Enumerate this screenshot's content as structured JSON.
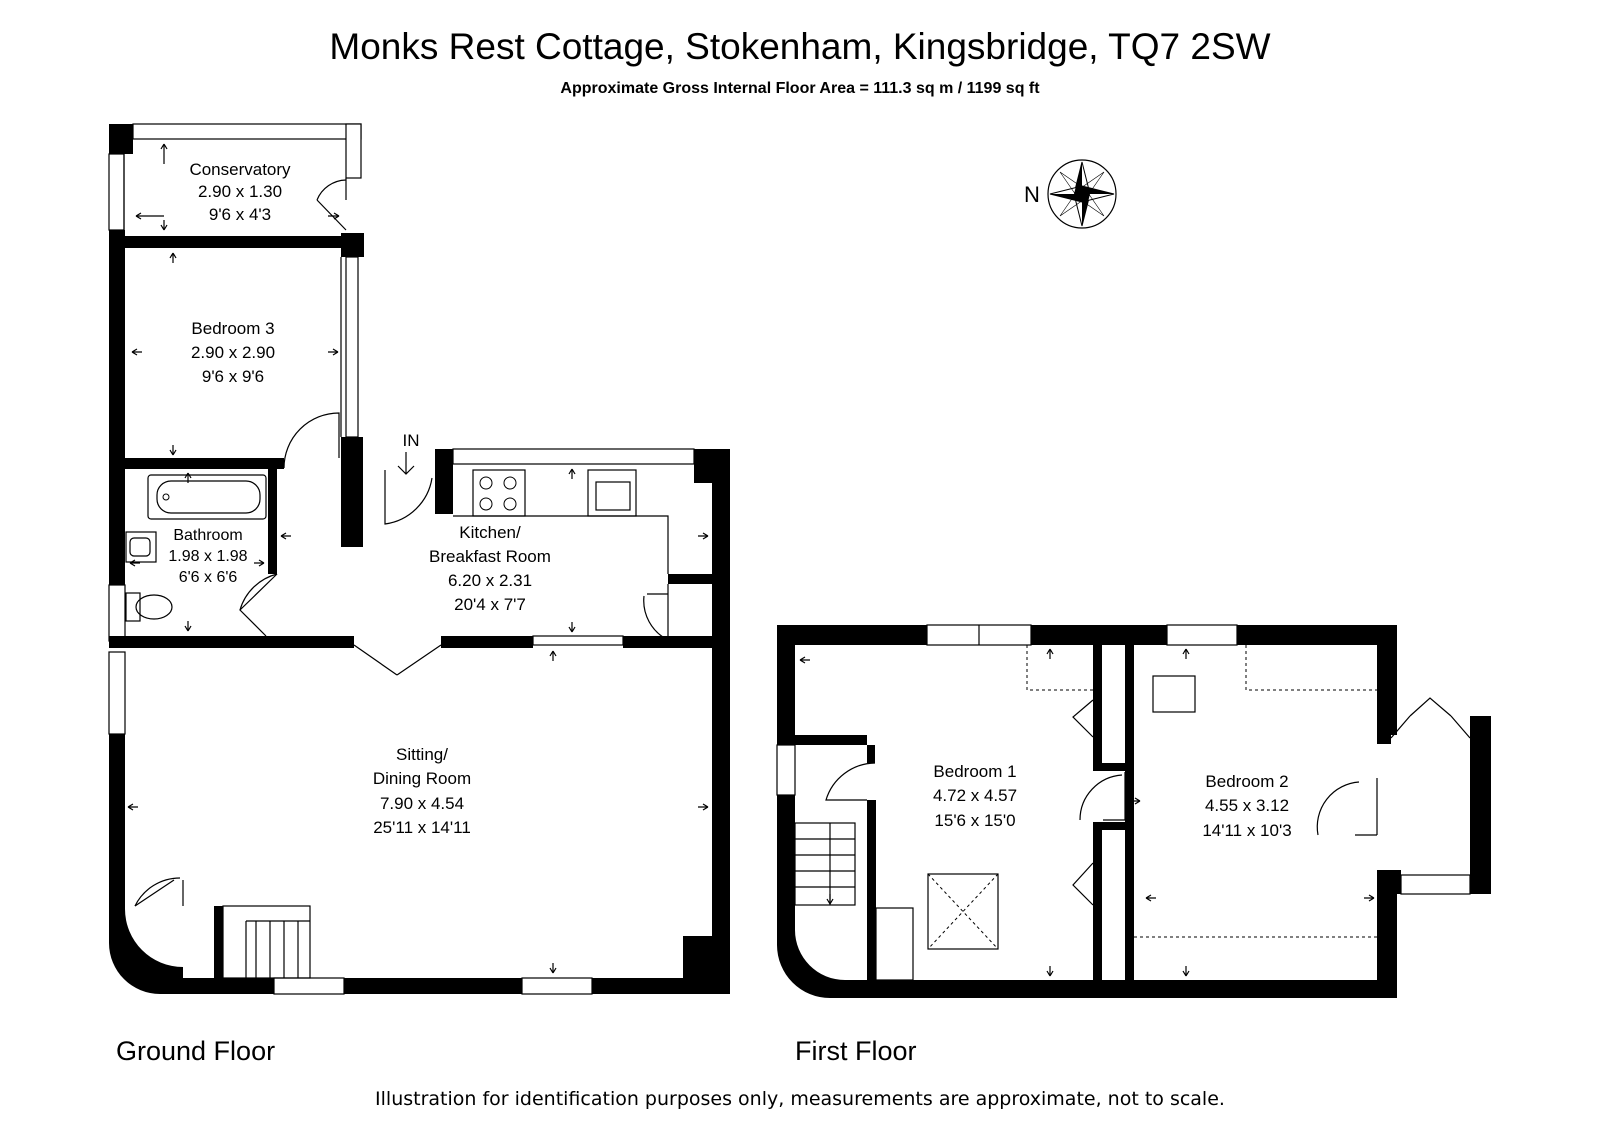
{
  "header": {
    "title": "Monks Rest Cottage, Stokenham, Kingsbridge, TQ7 2SW",
    "area": "Approximate Gross Internal Floor Area  = 111.3 sq m / 1199 sq ft"
  },
  "compass": {
    "label": "N"
  },
  "ground_floor": {
    "label": "Ground Floor",
    "entrance": "IN",
    "rooms": {
      "conservatory": {
        "name": "Conservatory",
        "metric": "2.90 x 1.30",
        "imperial": "9'6 x 4'3"
      },
      "bedroom3": {
        "name": "Bedroom 3",
        "metric": "2.90 x 2.90",
        "imperial": "9'6 x 9'6"
      },
      "bathroom": {
        "name": "Bathroom",
        "metric": "1.98 x 1.98",
        "imperial": "6'6 x 6'6"
      },
      "kitchen": {
        "name1": "Kitchen/",
        "name2": "Breakfast Room",
        "metric": "6.20 x 2.31",
        "imperial": "20'4 x 7'7"
      },
      "sitting": {
        "name1": "Sitting/",
        "name2": "Dining Room",
        "metric": "7.90 x 4.54",
        "imperial": "25'11 x 14'11"
      }
    }
  },
  "first_floor": {
    "label": "First Floor",
    "rooms": {
      "bedroom1": {
        "name": "Bedroom 1",
        "metric": "4.72 x 4.57",
        "imperial": "15'6 x 15'0"
      },
      "bedroom2": {
        "name": "Bedroom 2",
        "metric": "4.55 x 3.12",
        "imperial": "14'11 x 10'3"
      }
    }
  },
  "footer": {
    "disclaimer": "Illustration for identification purposes only, measurements are approximate, not to scale."
  }
}
